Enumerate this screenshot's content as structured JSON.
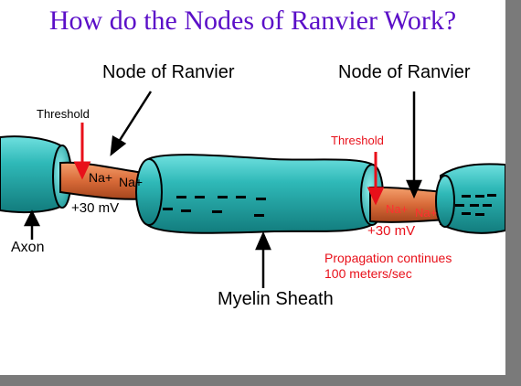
{
  "title": "How do the Nodes of Ranvier Work?",
  "labels": {
    "node_left": "Node of Ranvier",
    "node_right": "Node of Ranvier",
    "threshold_left": "Threshold",
    "threshold_right": "Threshold",
    "na_left_1": "Na+",
    "na_left_2": "Na+",
    "na_right_1": "Na+",
    "na_right_2": "Na+",
    "voltage_left": "+30 mV",
    "voltage_right": "+30 mV",
    "axon": "Axon",
    "myelin": "Myelin Sheath",
    "propagation_line1": "Propagation continues",
    "propagation_line2": "100 meters/sec"
  },
  "colors": {
    "title": "#5b0fc8",
    "myelin": "#2ab3b3",
    "node": "#e07a45",
    "threshold": "#e8101a"
  }
}
